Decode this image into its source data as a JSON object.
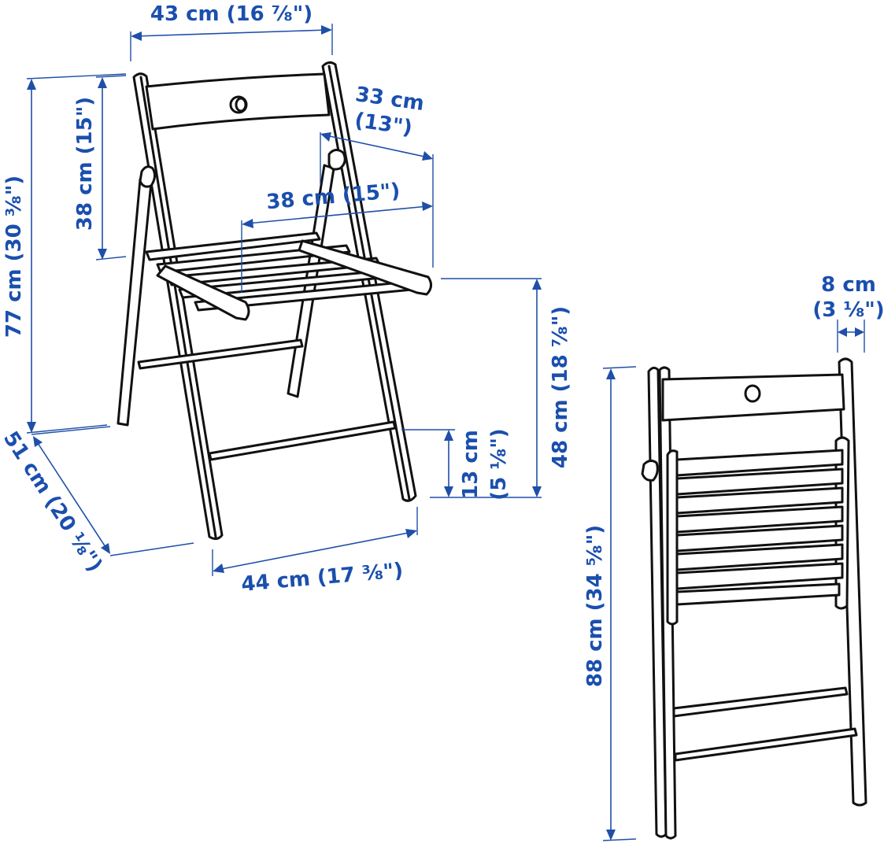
{
  "diagram": {
    "colors": {
      "dimension": "#1a4fae",
      "outline": "#111111",
      "background": "#ffffff"
    },
    "open_chair": {
      "dimensions": {
        "overall_width": "43 cm (16 ⅞\")",
        "backrest_height": "38 cm (15\")",
        "overall_height": "77 cm (30 ⅜\")",
        "seat_depth_cm": "33 cm",
        "seat_depth_in": "(13\")",
        "seat_width": "38 cm (15\")",
        "seat_height": "48 cm (18 ⅞\")",
        "seat_height_cm_only": "48 cm (18 ⅞\")",
        "stretcher_height_cm": "13 cm",
        "stretcher_height_in": "(5 ⅛\")",
        "overall_depth": "51 cm (20 ⅛\")",
        "leg_width": "44 cm (17 ⅜\")"
      }
    },
    "folded_chair": {
      "dimensions": {
        "folded_depth_cm": "8 cm",
        "folded_depth_in": "(3 ⅛\")",
        "folded_height": "88 cm (34 ⅝\")"
      }
    }
  }
}
